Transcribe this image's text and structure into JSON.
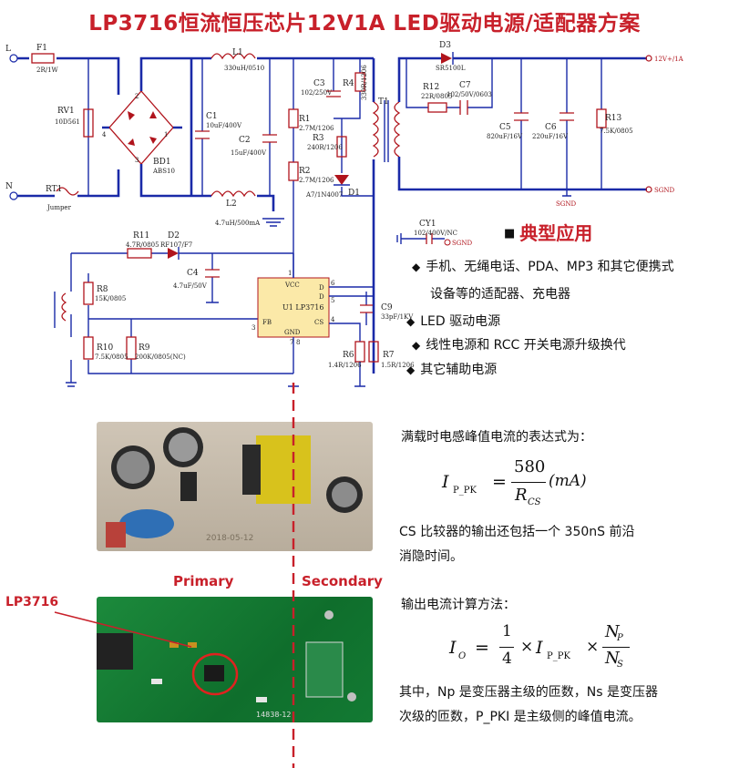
{
  "title": "LP3716恒流恒压芯片12V1A LED驱动电源/适配器方案",
  "schematic": {
    "labels": {
      "L": "L",
      "N": "N",
      "F1": "F1",
      "F1v": "2R/1W",
      "RV1": "RV1",
      "RV1v": "10D561",
      "RT1": "RT1",
      "RT1v": "Jumper",
      "BD1": "BD1",
      "BD1v": "ABS10",
      "L1": "L1",
      "L1v": "330uH/0510",
      "L2": "L2",
      "L2v": "4.7uH/500mA",
      "C1": "C1",
      "C1v": "10uF/400V",
      "C2": "C2",
      "C2v": "15uF/400V",
      "C3": "C3",
      "C3v": "102/250V",
      "R4": "R4",
      "R1": "R1",
      "R1v": "2.7M/1206",
      "R2": "R2",
      "R2v": "2.7M/1206",
      "R3": "R3",
      "R3v": "240R/1206",
      "D1": "D1",
      "D1v": "A7/1N4007",
      "T1": "T1",
      "T1v": "330R/1206",
      "D3": "D3",
      "D3v": "SR5100L",
      "R12": "R12",
      "R12v": "22R/0805",
      "C7": "C7",
      "C7v": "102/50V/0603",
      "C5": "C5",
      "C5v": "820uF/16V",
      "C6": "C6",
      "C6v": "220uF/16V",
      "R13": "R13",
      "R13v": "7.5K/0805",
      "out": "12V+/1A",
      "sgnd1": "SGND",
      "sgnd2": "SGND",
      "sgnd3": "SGND",
      "CY1": "CY1",
      "CY1v": "102/400V/NC",
      "R11": "R11",
      "R11v": "4.7R/0805",
      "D2": "D2",
      "D2v": "RF107/F7",
      "C4": "C4",
      "C4v": "4.7uF/50V",
      "R8": "R8",
      "R8v": "15K/0805",
      "R10": "R10",
      "R10v": "7.5K/0805",
      "R9": "R9",
      "R9v": "200K/0805(NC)",
      "U1": "U1 LP3716",
      "VCC": "VCC",
      "FB": "FB",
      "GND": "GND",
      "CS": "CS",
      "D": "D",
      "C9": "C9",
      "C9v": "33pF/1KV",
      "R6": "R6",
      "R6v": "1.4R/1206",
      "R7": "R7",
      "R7v": "1.5R/1206",
      "p1": "1",
      "p2": "2",
      "p3": "3",
      "p4": "4",
      "p5": "5",
      "p6": "6",
      "p7": "7",
      "p8": "8"
    }
  },
  "apps": {
    "heading": "典型应用",
    "items": [
      "手机、无绳电话、PDA、MP3 和其它便携式",
      "设备等的适配器、充电器",
      "LED 驱动电源",
      "线性电源和 RCC 开关电源升级换代",
      "其它辅助电源"
    ]
  },
  "photos": {
    "primary": "Primary",
    "secondary": "Secondary",
    "chip": "LP3716",
    "board_date": "2018-05-12",
    "board_code": "14838-12"
  },
  "formulas": {
    "intro": "满载时电感峰值电流的表达式为：",
    "ipk_lhs": "I",
    "ipk_sub": "P_PK",
    "ipk_num": "580",
    "ipk_den": "R",
    "ipk_den_sub": "CS",
    "ipk_unit": "(mA)",
    "note1": "CS 比较器的输出还包括一个 350nS 前沿",
    "note2": "消隐时间。",
    "io_title": "输出电流计算方法：",
    "io_lhs": "I",
    "io_lhs_sub": "O",
    "io_frac_num": "1",
    "io_frac_den": "4",
    "io_np": "N",
    "io_np_sub": "P",
    "io_ns": "N",
    "io_ns_sub": "S",
    "expl1": "其中，Np 是变压器主级的匝数，Ns 是变压器",
    "expl2": "次级的匝数，P_PKI 是主级侧的峰值电流。"
  },
  "colors": {
    "title": "#c8202a",
    "wire": "#1a2aa8",
    "component": "#b0141c",
    "dashed": "#c8202a"
  }
}
